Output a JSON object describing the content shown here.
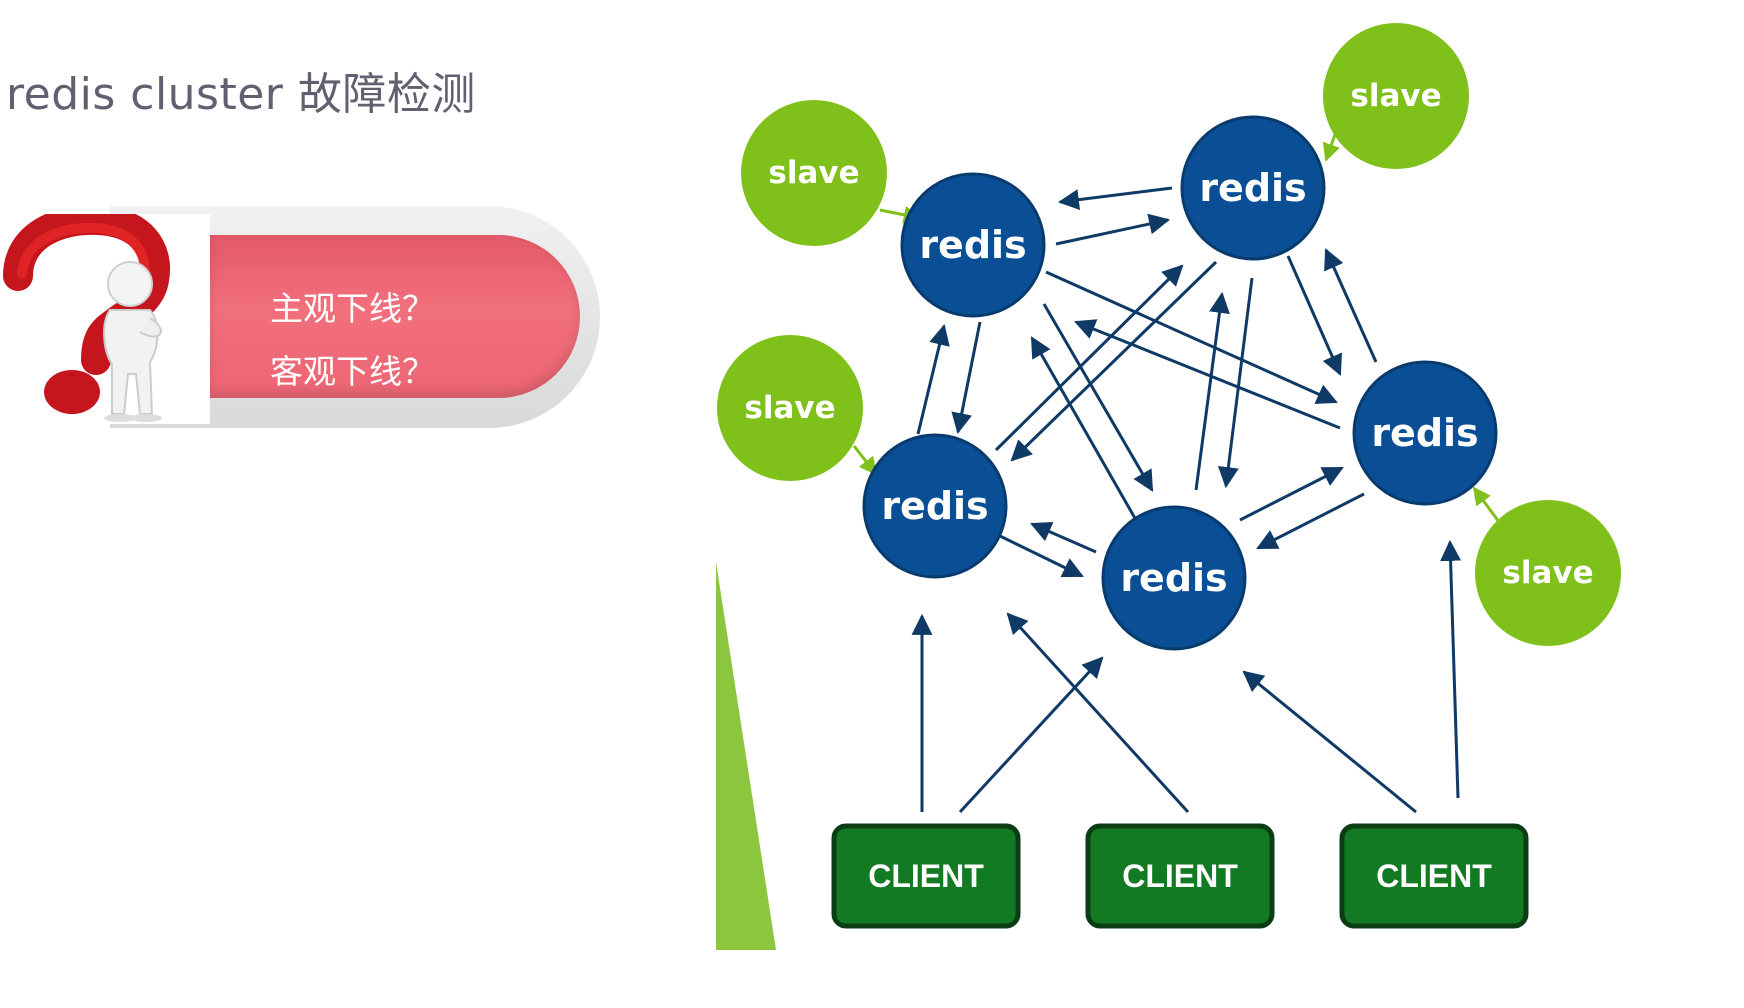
{
  "slide": {
    "title": "redis cluster 故障检测"
  },
  "callout": {
    "question_1": "主观下线？",
    "question_2": "客观下线？",
    "illustration_icon": "question-mark-thinking-figure-icon"
  },
  "diagram": {
    "colors": {
      "master": "#0a4f95",
      "slave": "#80c01a",
      "client_fill": "#137a24",
      "client_border": "#0b3d14",
      "arrow": "#0f3a66"
    },
    "masters": [
      {
        "label": "redis"
      },
      {
        "label": "redis"
      },
      {
        "label": "redis"
      },
      {
        "label": "redis"
      },
      {
        "label": "redis"
      }
    ],
    "slaves": [
      {
        "label": "slave"
      },
      {
        "label": "slave"
      },
      {
        "label": "slave"
      },
      {
        "label": "slave"
      }
    ],
    "clients": [
      {
        "label": "CLIENT"
      },
      {
        "label": "CLIENT"
      },
      {
        "label": "CLIENT"
      }
    ]
  }
}
